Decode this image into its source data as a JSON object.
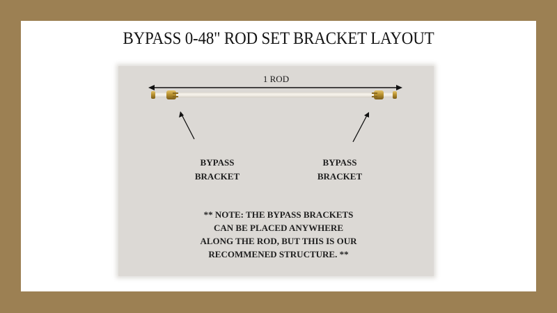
{
  "slide": {
    "title": "BYPASS 0-48\" ROD SET BRACKET LAYOUT",
    "colors": {
      "frame": "#9c8053",
      "panel": "#ffffff",
      "figure_background": "#dcd9d5",
      "brass": "#b8912f",
      "text": "#1a1a1a"
    }
  },
  "figure": {
    "rod_label": "1 ROD",
    "rod_icon": "clear-acrylic-rod-with-brass-finials",
    "left_bracket": {
      "line1": "BYPASS",
      "line2": "BRACKET"
    },
    "right_bracket": {
      "line1": "BYPASS",
      "line2": "BRACKET"
    },
    "note": {
      "lines": [
        "** NOTE: THE BYPASS BRACKETS",
        "CAN BE PLACED ANYWHERE",
        "ALONG THE ROD, BUT THIS IS OUR",
        "RECOMMENED STRUCTURE. **"
      ]
    }
  }
}
